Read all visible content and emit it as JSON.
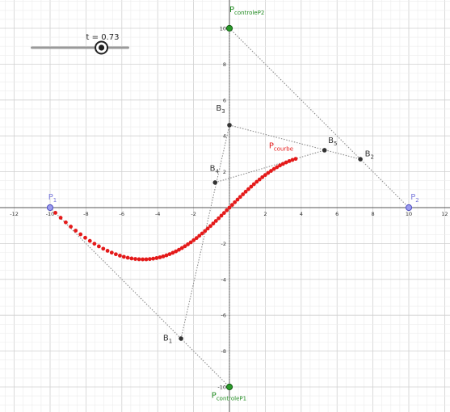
{
  "slider": {
    "label": "t = 0.73",
    "value": 0.73,
    "min": 0,
    "max": 1
  },
  "axes": {
    "x_ticks": [
      "-12",
      "-10",
      "-8",
      "-6",
      "-4",
      "-2",
      "2",
      "4",
      "6",
      "8",
      "10",
      "12"
    ],
    "y_ticks": [
      "10",
      "8",
      "6",
      "4",
      "2",
      "-2",
      "-4",
      "-6",
      "-8",
      "-10"
    ]
  },
  "points": {
    "p1": {
      "name": "P",
      "sub": "1",
      "color": "#7b7bdc",
      "x": -10,
      "y": 0
    },
    "p2": {
      "name": "P",
      "sub": "2",
      "color": "#7b7bdc",
      "x": 10,
      "y": 0
    },
    "c1": {
      "name": "P",
      "sub": "controleP1",
      "color": "#1f8a1f",
      "x": 0,
      "y": -10
    },
    "c2": {
      "name": "P",
      "sub": "controleP2",
      "color": "#1f8a1f",
      "x": 0,
      "y": 10
    },
    "b1": {
      "name": "B",
      "sub": "1",
      "color": "#333333",
      "x": -2.7,
      "y": -7.3
    },
    "b2": {
      "name": "B",
      "sub": "2",
      "color": "#333333",
      "x": 7.3,
      "y": 2.7
    },
    "b3": {
      "name": "B",
      "sub": "3",
      "color": "#333333",
      "x": 0,
      "y": 4.6
    },
    "b4": {
      "name": "B",
      "sub": "4",
      "color": "#333333",
      "x": -0.8,
      "y": 1.4
    },
    "b5": {
      "name": "B",
      "sub": "5",
      "color": "#333333",
      "x": 5.3,
      "y": 3.2
    }
  },
  "curve": {
    "name": "P",
    "sub": "courbe",
    "color": "#e41a1a",
    "t_max": 0.73,
    "t_step": 0.01
  },
  "colors": {
    "segment": "#8c8c8c",
    "grid_minor": "#ececec",
    "grid_major": "#d0d0d0",
    "axis": "#555555"
  }
}
